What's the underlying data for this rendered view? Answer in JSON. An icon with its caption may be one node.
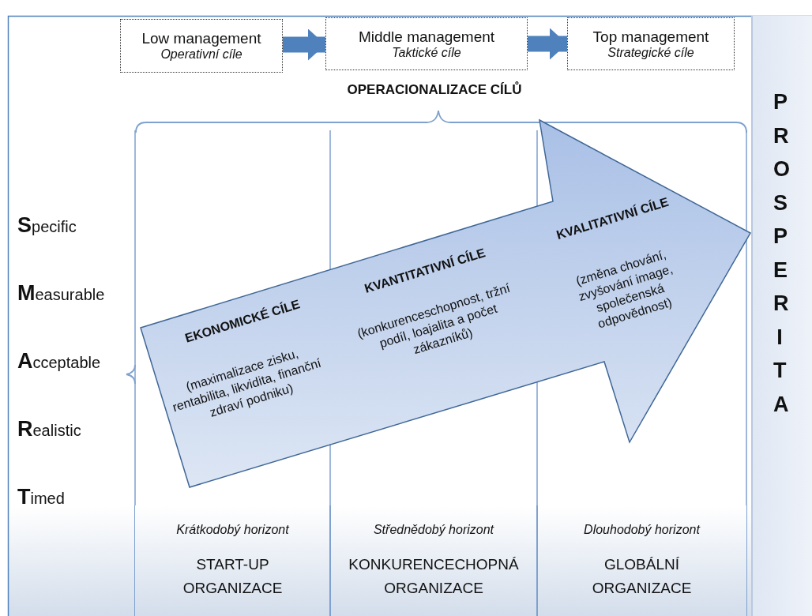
{
  "diagram": {
    "nodes": [
      {
        "text": [
          "Low management",
          "Operativní cíle"
        ]
      },
      {
        "text": [
          "Middle management",
          "Taktické cíle"
        ]
      },
      {
        "text": [
          "Top management",
          "Strategické cíle"
        ]
      },
      {
        "text": [
          "Krátkodobý horizont",
          "START-UP ORGANIZACE"
        ]
      },
      {
        "text": [
          "Střednědobý horizont",
          "KONKURENCECHOPNÁ ORGANIZACE"
        ]
      },
      {
        "text": [
          "Dlouhodobý horizont",
          "GLOBÁLNÍ ORGANIZACE"
        ]
      },
      {
        "text": [
          "EKONOMICKÉ CÍLE",
          "(maximalizace zisku, rentabilita, likvidita, finanční zdraví podniku)",
          "KVANTITATIVNÍ CÍLE",
          "(konkurenceschopnost, tržní podíl, loajalita a počet zákazníků)",
          "KVALITATIVNÍ CÍLE",
          "(změna chování, zvyšování image, společenská odpovědnost)"
        ]
      },
      {
        "text": [
          "PROSPERITA"
        ]
      }
    ],
    "edges": [
      {
        "from": 0,
        "to": 1,
        "arrow": "to"
      },
      {
        "from": 1,
        "to": 2,
        "arrow": "to"
      }
    ],
    "labels": [
      "OPERACIONALIZACE CÍLŮ",
      "**S**pecific",
      "**M**easurable",
      "**A**cceptable",
      "**R**ealistic",
      "**T**imed"
    ]
  }
}
